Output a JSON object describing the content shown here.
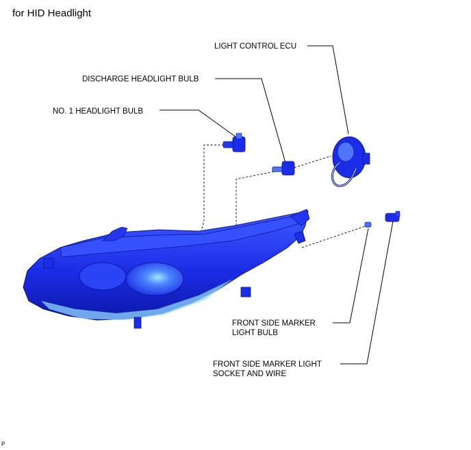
{
  "title": "for HID Headlight",
  "labels": {
    "light_control_ecu": "LIGHT CONTROL ECU",
    "discharge_bulb": "DISCHARGE HEADLIGHT BULB",
    "no1_bulb": "NO. 1 HEADLIGHT BULB",
    "marker_bulb_line1": "FRONT SIDE MARKER",
    "marker_bulb_line2": "LIGHT BULB",
    "marker_socket_line1": "FRONT SIDE MARKER LIGHT",
    "marker_socket_line2": "SOCKET AND WIRE"
  },
  "corner_mark": "P",
  "colors": {
    "part_fill": "#1a2fe0",
    "part_dark": "#0a128f",
    "part_light": "#4f74ff",
    "highlight": "#8fd8ff",
    "leader": "#000000"
  }
}
